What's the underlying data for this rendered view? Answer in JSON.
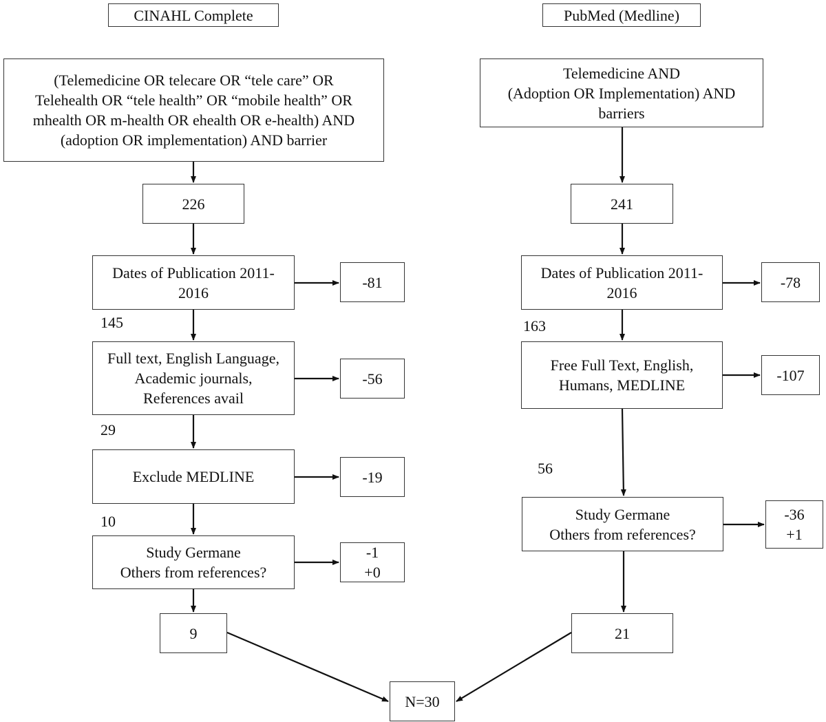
{
  "cinahl": {
    "title": "CINAHL Complete",
    "query": [
      "(Telemedicine OR telecare OR “tele care” OR",
      "Telehealth OR “tele health” OR “mobile health” OR",
      "mhealth OR m-health OR ehealth OR e-health) AND",
      "(adoption OR implementation) AND barrier"
    ],
    "initial_count": "226",
    "filter_dates": [
      "Dates of Publication 2011-",
      "2016"
    ],
    "removed_dates": "-81",
    "count_after_dates": "145",
    "filter_fulltext": [
      "Full text, English Language,",
      "Academic journals,",
      "References avail"
    ],
    "removed_fulltext": "-56",
    "count_after_fulltext": "29",
    "filter_exclude": "Exclude MEDLINE",
    "removed_exclude": "-19",
    "count_after_exclude": "10",
    "filter_germane": [
      "Study Germane",
      "Others from references?"
    ],
    "removed_germane": [
      "-1",
      "+0"
    ],
    "final_count": "9"
  },
  "pubmed": {
    "title": "PubMed (Medline)",
    "query": [
      "Telemedicine AND",
      "(Adoption OR Implementation) AND",
      "barriers"
    ],
    "initial_count": "241",
    "filter_dates": [
      "Dates of Publication 2011-",
      "2016"
    ],
    "removed_dates": "-78",
    "count_after_dates": "163",
    "filter_fulltext": [
      "Free Full Text, English,",
      "Humans, MEDLINE"
    ],
    "removed_fulltext": "-107",
    "count_after_fulltext": "56",
    "filter_germane": [
      "Study Germane",
      "Others from references?"
    ],
    "removed_germane": [
      "-36",
      "+1"
    ],
    "final_count": "21"
  },
  "total": "N=30"
}
